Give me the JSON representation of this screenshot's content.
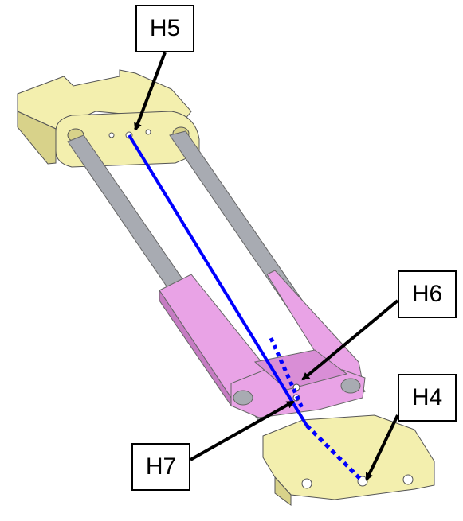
{
  "labels": {
    "h5": "H5",
    "h6": "H6",
    "h4": "H4",
    "h7": "H7"
  },
  "colors": {
    "end_block": "#f3efae",
    "end_block_shade": "#d8d28a",
    "rod": "#a8abb2",
    "rod_shade": "#7f838b",
    "carriage": "#e9a3e6",
    "carriage_shade": "#c57bc2",
    "axis_line": "#0000ff",
    "arrow": "#000000"
  },
  "icons": [
    "arrow-icon"
  ]
}
